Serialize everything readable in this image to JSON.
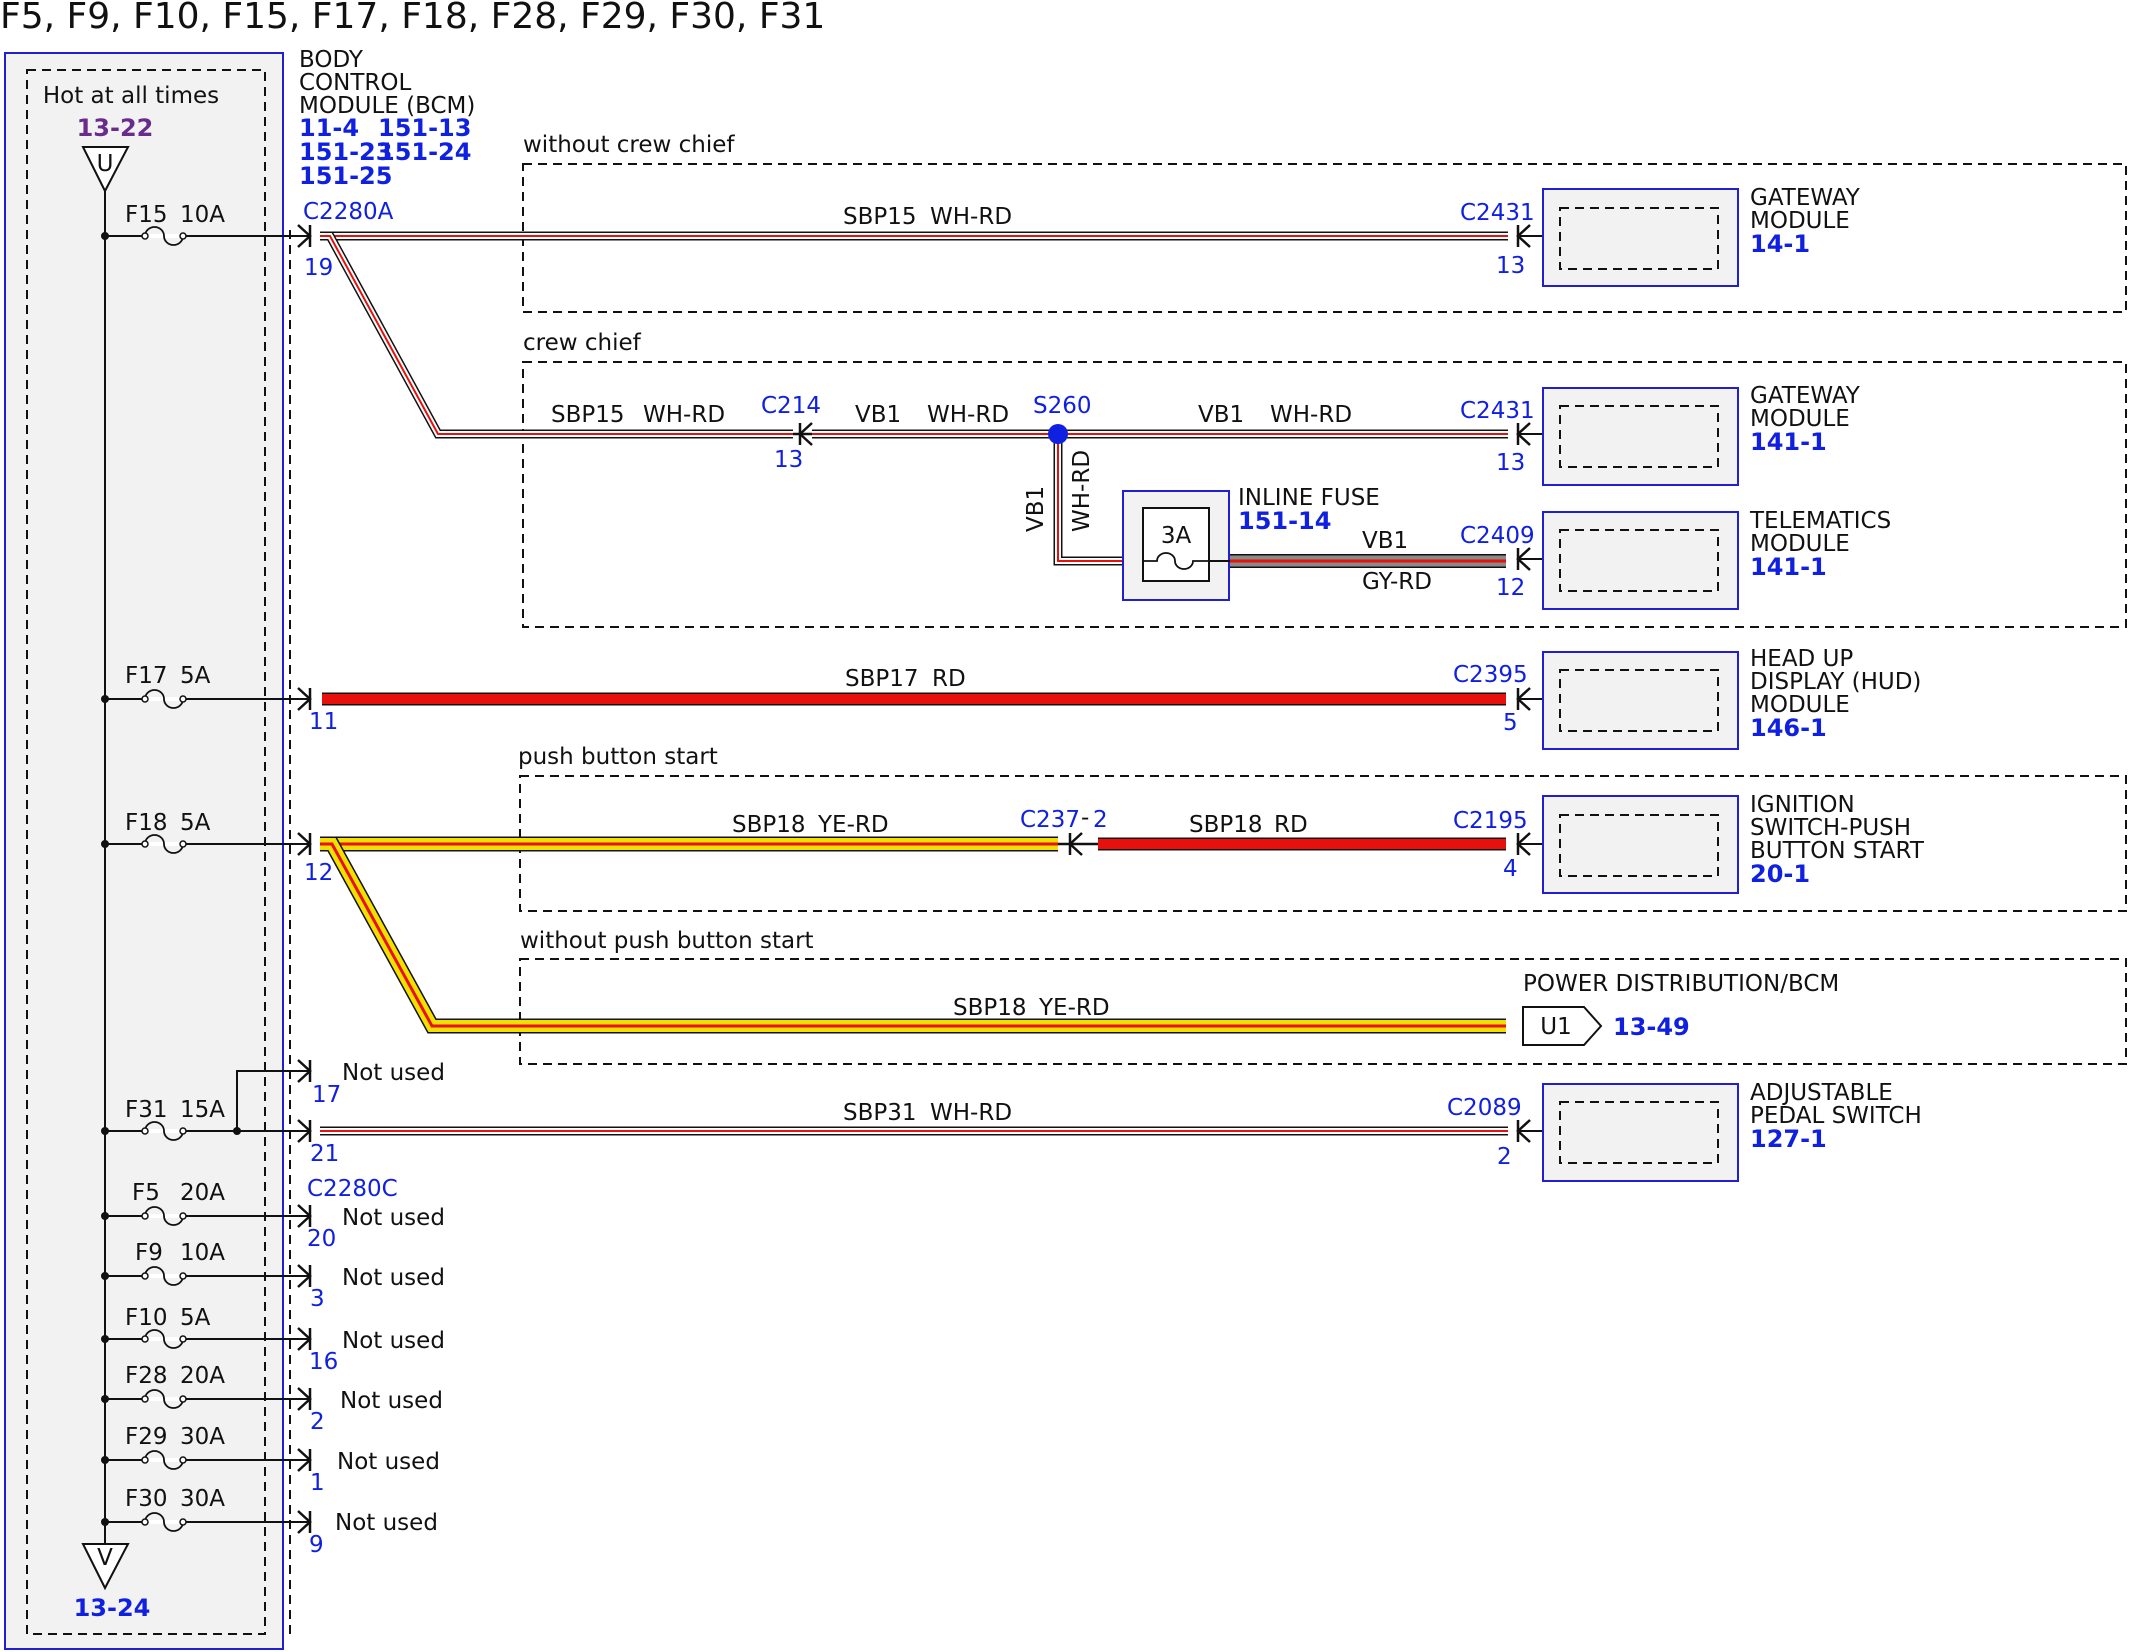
{
  "title": "F5, F9, F10, F15, F17, F18, F28, F29, F30, F31",
  "hot_box": {
    "label": "Hot at all times",
    "ref_top": "13-22",
    "ref_bottom": "13-24",
    "top_symbol": "U",
    "bottom_symbol": "V"
  },
  "bcm": {
    "title_lines": [
      "BODY",
      "CONTROL",
      "MODULE (BCM)"
    ],
    "refs": [
      "11-4",
      "151-13",
      "151-23",
      "151-24",
      "151-25"
    ],
    "connector_a": "C2280A",
    "connector_c": "C2280C"
  },
  "fuses": [
    {
      "name": "F15",
      "rating": "10A",
      "pin": "19"
    },
    {
      "name": "F17",
      "rating": "5A",
      "pin": "11"
    },
    {
      "name": "F18",
      "rating": "5A",
      "pin": "12"
    },
    {
      "name": "F31",
      "rating": "15A",
      "pin": "21"
    },
    {
      "name": "F5",
      "rating": "20A",
      "pin": "20"
    },
    {
      "name": "F9",
      "rating": "10A",
      "pin": "3"
    },
    {
      "name": "F10",
      "rating": "5A",
      "pin": "16"
    },
    {
      "name": "F28",
      "rating": "20A",
      "pin": "2"
    },
    {
      "name": "F29",
      "rating": "30A",
      "pin": "1"
    },
    {
      "name": "F30",
      "rating": "30A",
      "pin": "9"
    }
  ],
  "not_used_label": "Not used",
  "pin_17": "17",
  "groups": {
    "without_crew_chief": "without crew chief",
    "crew_chief": "crew chief",
    "push_button_start": "push button start",
    "without_push_button_start": "without push button start"
  },
  "wires": {
    "w1": {
      "circuit": "SBP15",
      "color": "WH-RD"
    },
    "w2a": {
      "circuit": "SBP15",
      "color": "WH-RD"
    },
    "w2b": {
      "circuit": "VB1",
      "color": "WH-RD"
    },
    "w2c": {
      "circuit": "VB1",
      "color": "WH-RD"
    },
    "w2v": {
      "circuit": "VB1",
      "color": "WH-RD"
    },
    "w3": {
      "circuit": "VB1",
      "color": "GY-RD"
    },
    "w4": {
      "circuit": "SBP17",
      "color": "RD"
    },
    "w5a": {
      "circuit": "SBP18",
      "color": "YE-RD"
    },
    "w5b": {
      "circuit": "SBP18",
      "color": "RD"
    },
    "w6": {
      "circuit": "SBP18",
      "color": "YE-RD"
    },
    "w7": {
      "circuit": "SBP31",
      "color": "WH-RD"
    }
  },
  "connectors": {
    "gw1": {
      "name": "C2431",
      "pin": "13"
    },
    "c214": {
      "name": "C214",
      "pin": "13"
    },
    "s260": {
      "name": "S260"
    },
    "gw2": {
      "name": "C2431",
      "pin": "13"
    },
    "tel": {
      "name": "C2409",
      "pin": "12"
    },
    "hud": {
      "name": "C2395",
      "pin": "5"
    },
    "c237": {
      "name": "C237",
      "pin": "2"
    },
    "ign": {
      "name": "C2195",
      "pin": "4"
    },
    "pedal": {
      "name": "C2089",
      "pin": "2"
    }
  },
  "inline_fuse": {
    "title": "INLINE FUSE",
    "ref": "151-14",
    "rating": "3A"
  },
  "modules": {
    "gateway1": {
      "lines": [
        "GATEWAY",
        "MODULE"
      ],
      "ref": "14-1"
    },
    "gateway2": {
      "lines": [
        "GATEWAY",
        "MODULE"
      ],
      "ref": "141-1"
    },
    "telematics": {
      "lines": [
        "TELEMATICS",
        "MODULE"
      ],
      "ref": "141-1"
    },
    "hud": {
      "lines": [
        "HEAD UP",
        "DISPLAY (HUD)",
        "MODULE"
      ],
      "ref": "146-1"
    },
    "ignition": {
      "lines": [
        "IGNITION",
        "SWITCH-PUSH",
        "BUTTON START"
      ],
      "ref": "20-1"
    },
    "pedal": {
      "lines": [
        "ADJUSTABLE",
        "PEDAL SWITCH"
      ],
      "ref": "127-1"
    }
  },
  "power_dist": {
    "label": "POWER DISTRIBUTION/BCM",
    "symbol": "U1",
    "ref": "13-49"
  },
  "colors": {
    "wire_red": "#e8100c",
    "wire_yellow": "#f4e000",
    "wire_gray": "#8a8a8a",
    "ref_blue": "#1020e0",
    "ref_purple": "#6a2c8c",
    "box_fill": "#f2f2f2"
  }
}
